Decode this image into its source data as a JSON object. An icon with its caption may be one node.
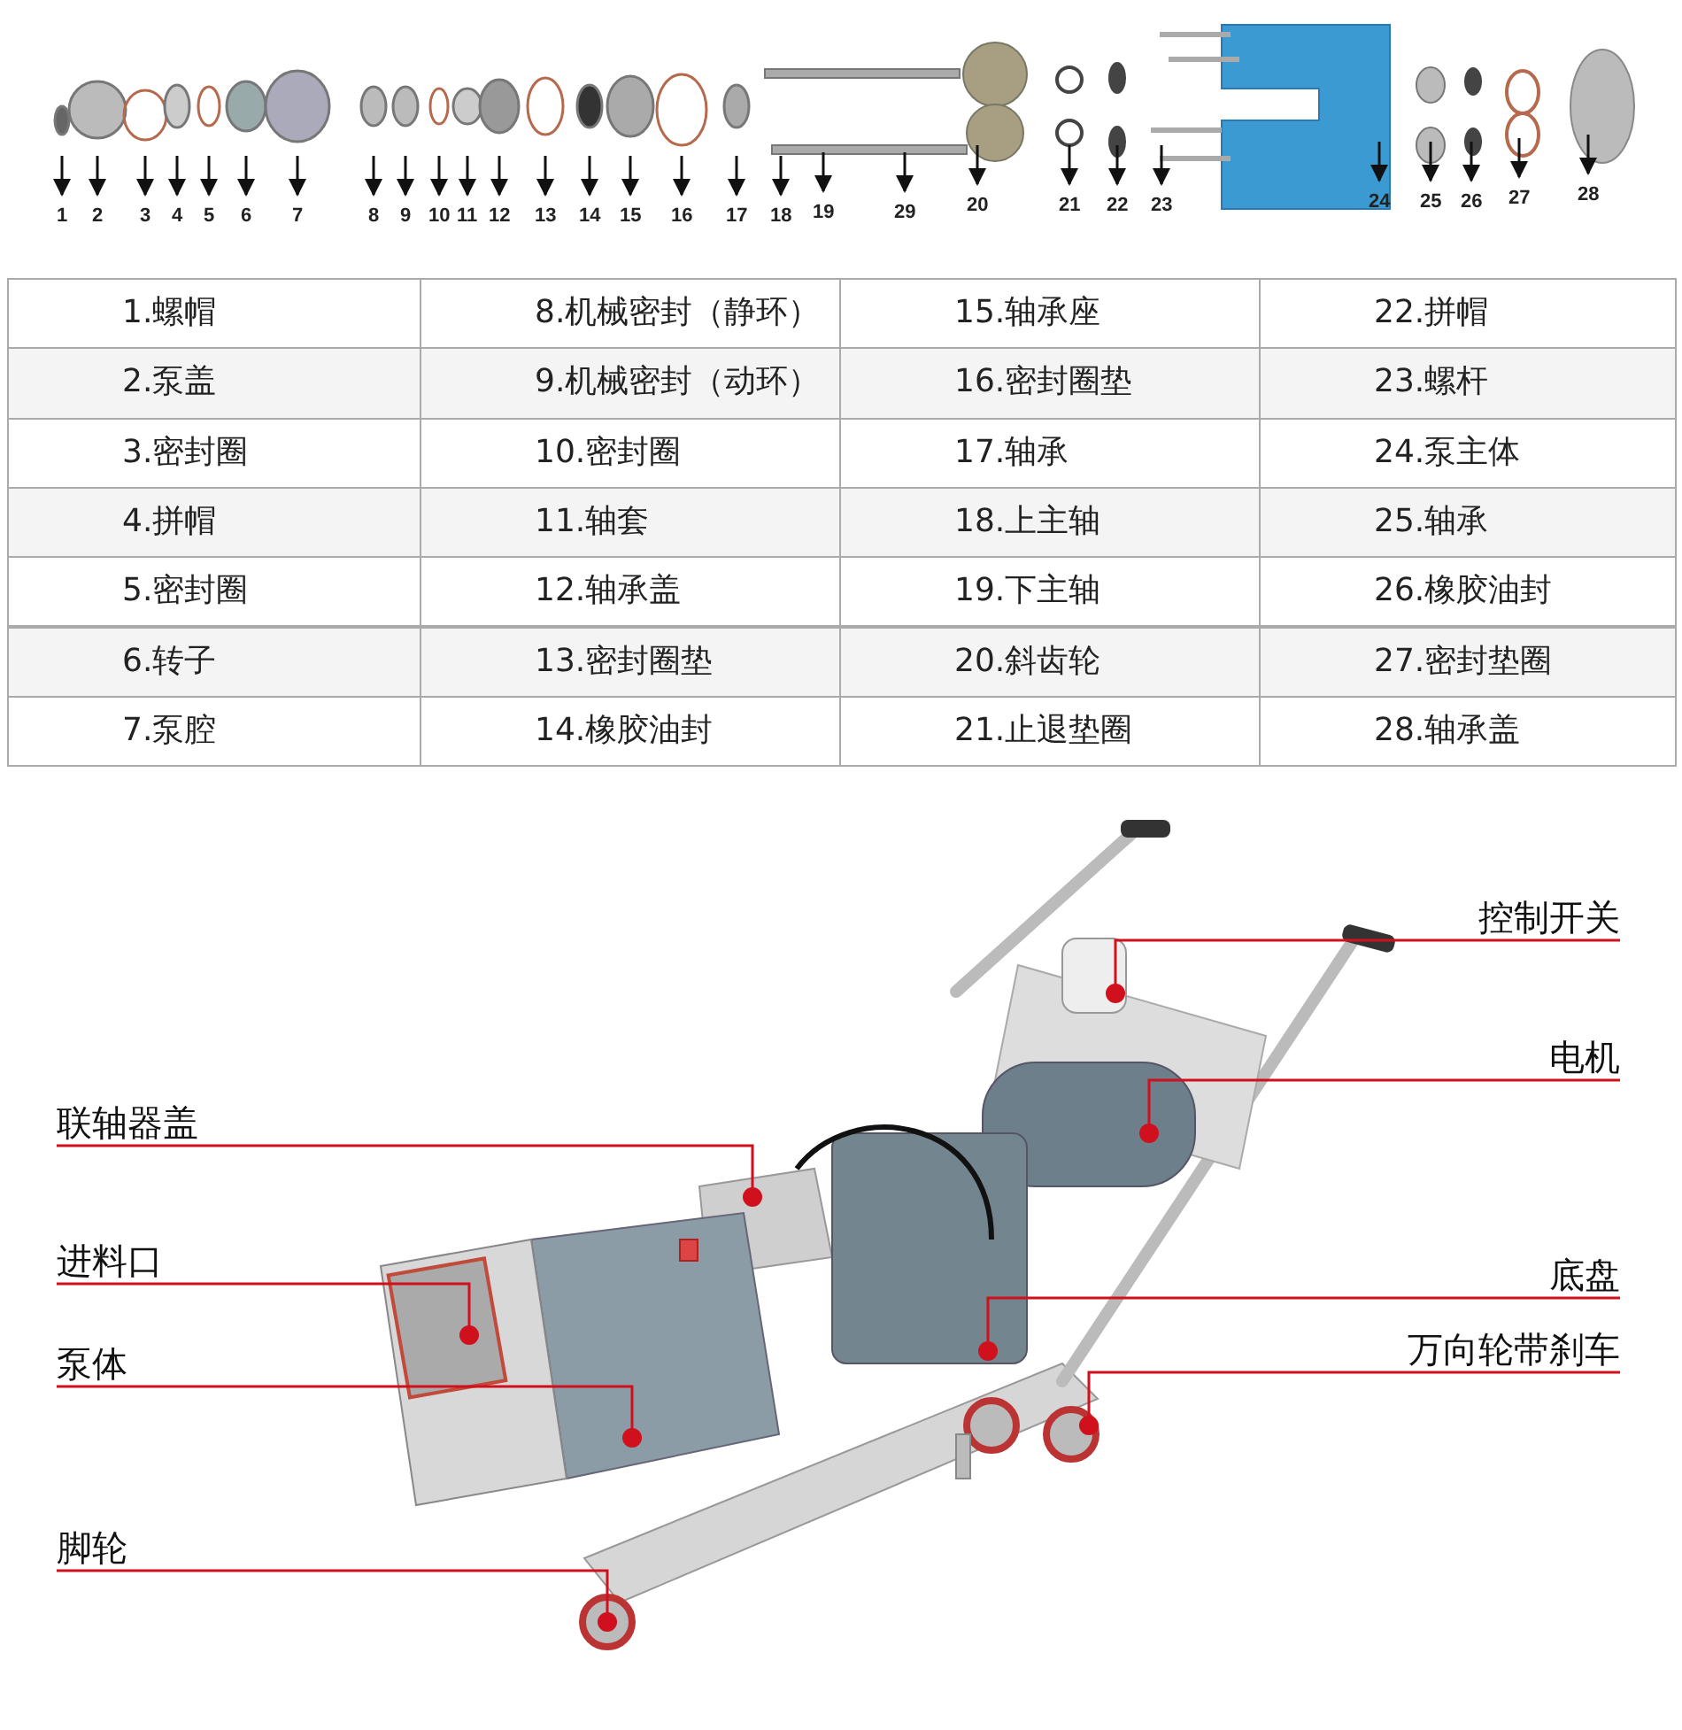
{
  "diagram": {
    "nodes": [
      {
        "text": [
          "控制开关"
        ]
      },
      {
        "text": [
          "电机"
        ]
      },
      {
        "text": [
          "联轴器盖"
        ]
      },
      {
        "text": [
          "进料口"
        ]
      },
      {
        "text": [
          "底盘"
        ]
      },
      {
        "text": [
          "万向轮带刹车"
        ]
      },
      {
        "text": [
          "泵体"
        ]
      },
      {
        "text": [
          "脚轮"
        ]
      }
    ],
    "edges": [
      {
        "from": 0,
        "to": null,
        "arrow": "other"
      },
      {
        "from": 1,
        "to": null,
        "arrow": "other"
      },
      {
        "from": 2,
        "to": null,
        "arrow": "other"
      },
      {
        "from": 3,
        "to": null,
        "arrow": "other"
      },
      {
        "from": 4,
        "to": null,
        "arrow": "other"
      },
      {
        "from": 5,
        "to": null,
        "arrow": "other"
      },
      {
        "from": 6,
        "to": null,
        "arrow": "other"
      },
      {
        "from": 7,
        "to": null,
        "arrow": "other"
      }
    ],
    "labels": [
      "1",
      "2",
      "3",
      "4",
      "5",
      "6",
      "7",
      "8",
      "9",
      "10",
      "11",
      "12",
      "13",
      "14",
      "15",
      "16",
      "17",
      "18",
      "19",
      "29",
      "20",
      "21",
      "22",
      "23",
      "24",
      "25",
      "26",
      "27",
      "28",
      "1.螺帽",
      "8.机械密封（静环）",
      "15.轴承座",
      "22.拼帽",
      "2.泵盖",
      "9.机械密封（动环）",
      "16.密封圈垫",
      "23.螺杆",
      "3.密封圈",
      "10.密封圈",
      "17.轴承",
      "24.泵主体",
      "4.拼帽",
      "11.轴套",
      "18.上主轴",
      "25.轴承",
      "5.密封圈",
      "12.轴承盖",
      "19.下主轴",
      "26.橡胶油封",
      "6.转子",
      "13.密封圈垫",
      "20.斜齿轮",
      "27.密封垫圈",
      "7.泵腔",
      "14.橡胶油封",
      "21.止退垫圈",
      "28.轴承盖"
    ]
  }
}
